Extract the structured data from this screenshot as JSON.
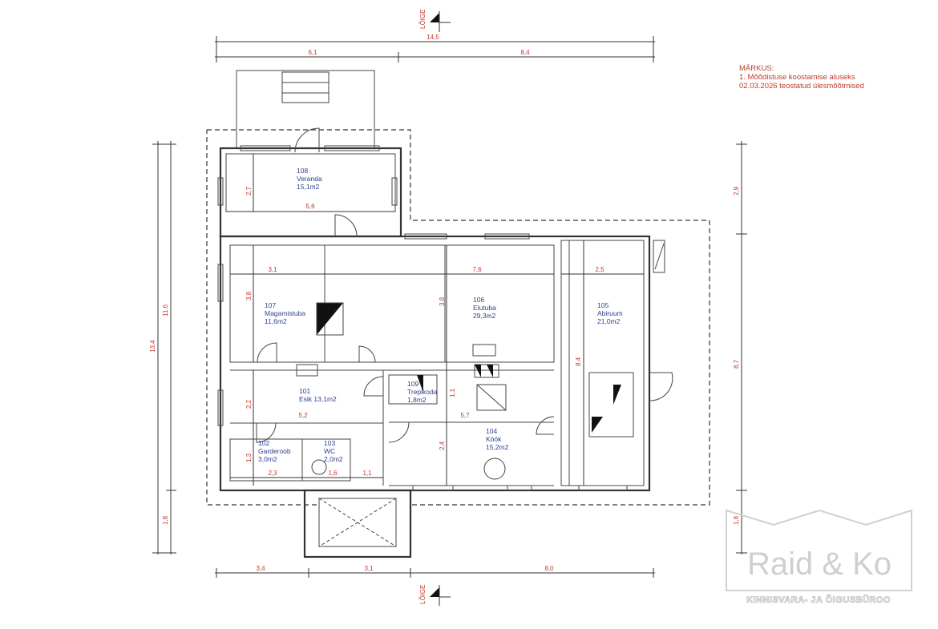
{
  "section_marker": "LÕIGE",
  "dimensions": {
    "top_total": "14,5",
    "top_parts": [
      "6,1",
      "8,4"
    ],
    "bottom_parts": [
      "3,4",
      "3,1",
      "8,0"
    ],
    "left": [
      "13,4",
      "11,6",
      "1,8"
    ],
    "right": [
      "2,9",
      "8,7",
      "1,8"
    ],
    "interior": {
      "veranda_height": "2,7",
      "veranda_width": "5,6",
      "bedroom_width": "3,1",
      "living_width": "7,6",
      "utility_width": "2,5",
      "bedroom_height": "3,8",
      "living_height": "3,8",
      "utility_height": "8,4",
      "hall_height": "2,2",
      "hall_width": "5,2",
      "stair_height": "1,1",
      "kitchen_width": "5,7",
      "kitchen_height": "2,4",
      "wardrobe_height": "1,3",
      "wardrobe_width": "2,3",
      "wc_width": "1,6",
      "corridor_width": "1,1"
    }
  },
  "rooms": [
    {
      "number": "108",
      "name": "Veranda",
      "area": "15,1m2"
    },
    {
      "number": "107",
      "name": "Magamistuba",
      "area": "11,6m2"
    },
    {
      "number": "106",
      "name": "Elutuba",
      "area": "29,3m2"
    },
    {
      "number": "105",
      "name": "Abiruum",
      "area": "21,0m2"
    },
    {
      "number": "101",
      "name": "Esik 13,1m2",
      "area": ""
    },
    {
      "number": "109",
      "name": "Trepikoda",
      "area": "1,8m2"
    },
    {
      "number": "102",
      "name": "Garderoob",
      "area": "3,0m2"
    },
    {
      "number": "103",
      "name": "WC",
      "area": "2,0m2"
    },
    {
      "number": "104",
      "name": "Köök",
      "area": "15,2m2"
    }
  ],
  "note": {
    "title": "MÄRKUS:",
    "line1": "1. Mõõdistuse koostamise aluseks",
    "line2": "02.03.2026 teostatud ülesmõõtmised"
  },
  "watermark": {
    "title": "Raid & Ko",
    "subtitle": "KINNISVARA- JA ÕIGUSBÜROO"
  },
  "colors": {
    "dimension": "#c0392b",
    "room_label": "#2c3e8f",
    "watermark": "#cfcfcf"
  }
}
